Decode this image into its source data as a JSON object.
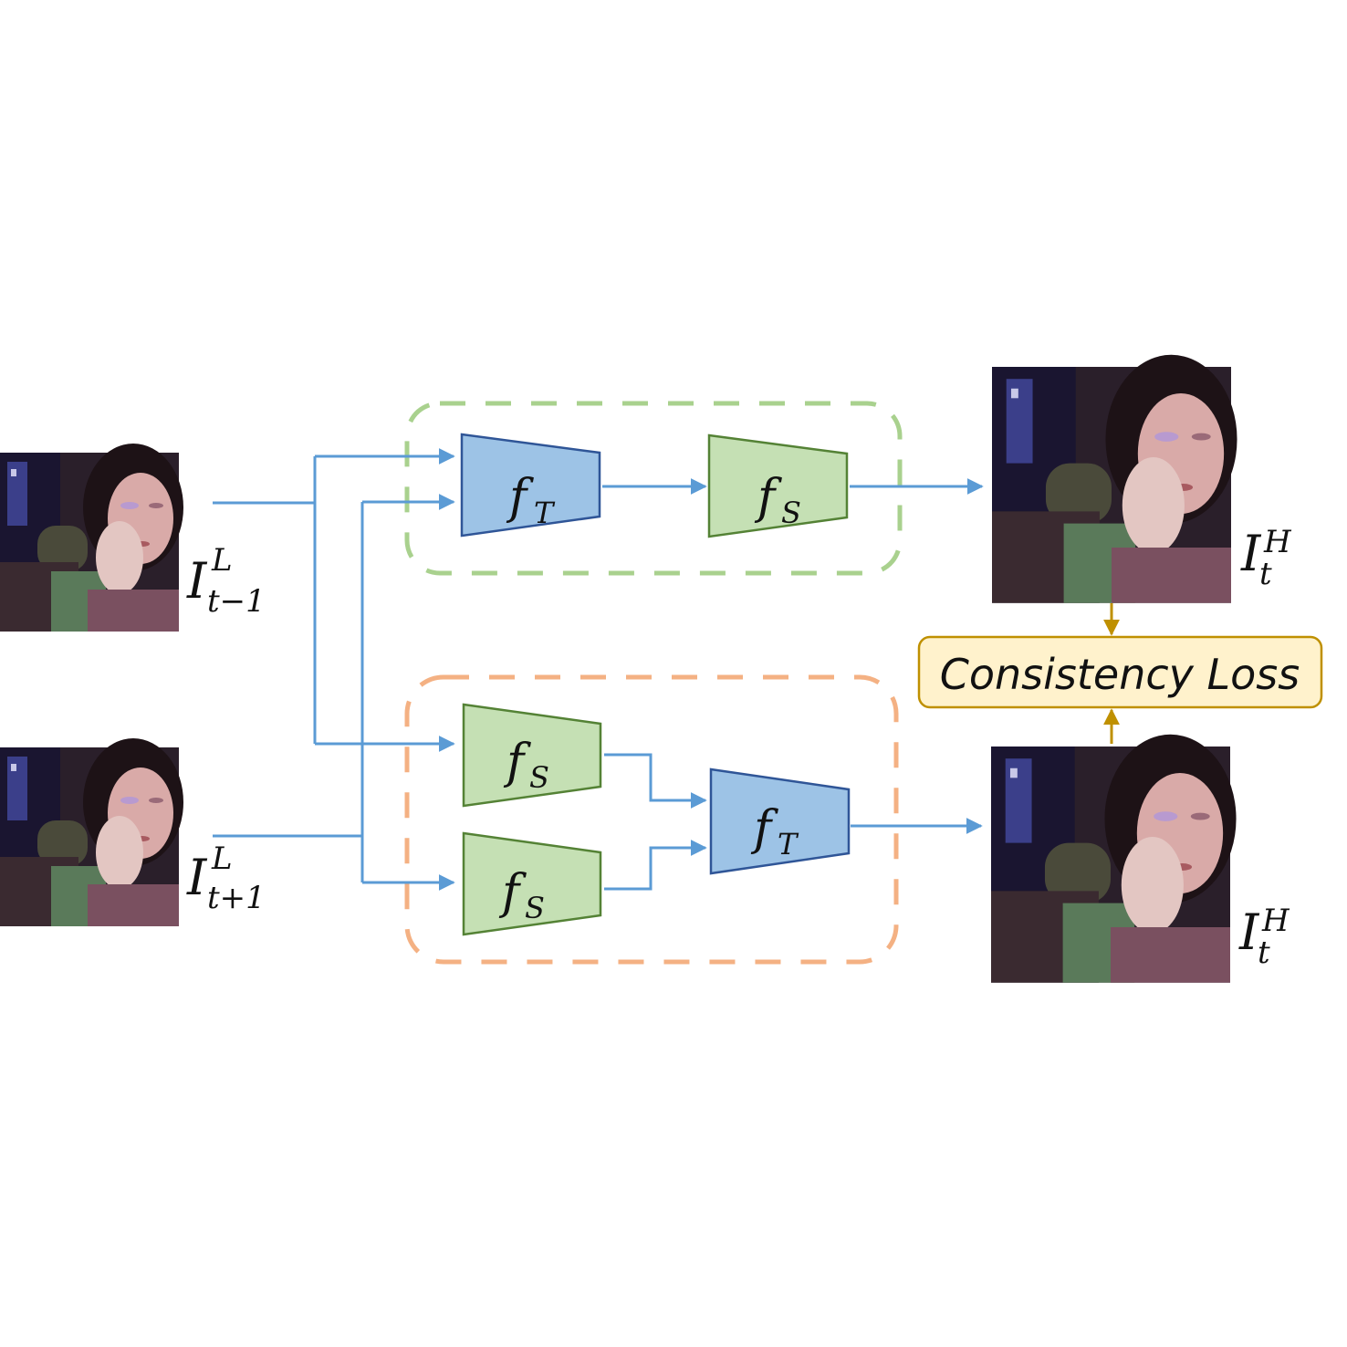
{
  "inputs": {
    "prev": {
      "base": "I",
      "sup": "L",
      "sub": "t−1"
    },
    "next": {
      "base": "I",
      "sup": "L",
      "sub": "t+1"
    }
  },
  "outputs": {
    "top": {
      "base": "I",
      "sup": "H",
      "sub": "t"
    },
    "bottom": {
      "base": "I",
      "sup": "H",
      "sub": "t"
    }
  },
  "modules": {
    "temporal": {
      "base": "f",
      "sub": "T"
    },
    "spatial": {
      "base": "f",
      "sub": "S"
    }
  },
  "loss": {
    "label": "Consistency Loss"
  },
  "colors": {
    "arrow": "#5b9bd5",
    "temporal_fill": "#9dc3e6",
    "temporal_stroke": "#2f5597",
    "spatial_fill": "#c5e0b4",
    "spatial_stroke": "#548235",
    "green_dash": "#a9d18e",
    "orange_dash": "#f4b183",
    "loss_fill": "#fff2cc",
    "loss_stroke": "#bf9000",
    "loss_arrow": "#bf9000"
  },
  "icons": {
    "frame": "video-frame-thumbnail"
  }
}
